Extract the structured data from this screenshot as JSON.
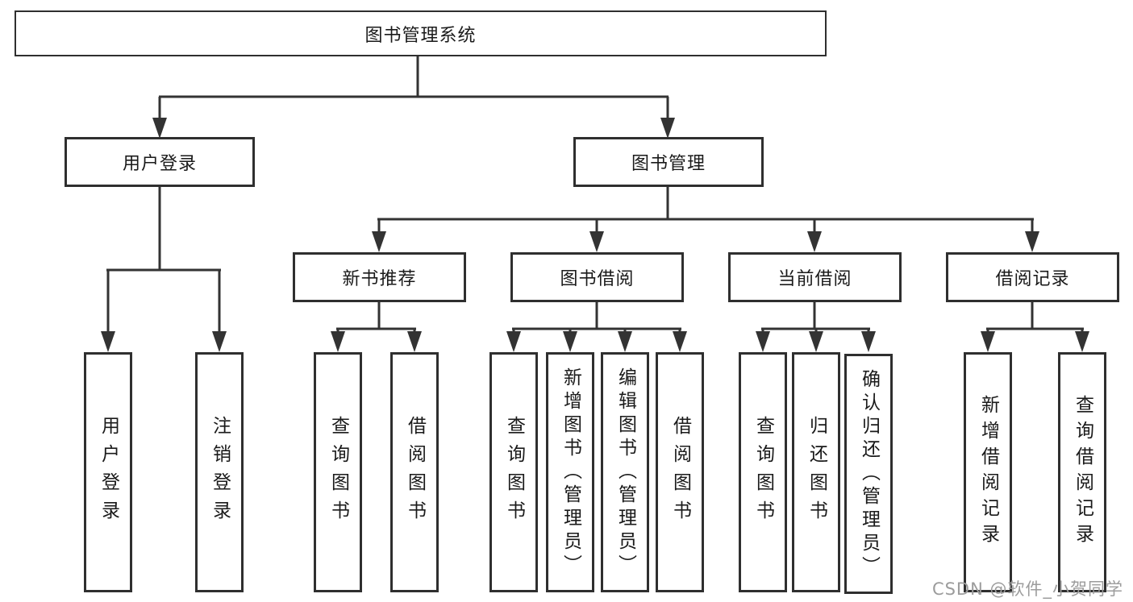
{
  "title": "图书管理系统",
  "tree": {
    "user_login": {
      "label": "用户登录",
      "children": [
        "用户登录",
        "注销登录"
      ]
    },
    "book_management": {
      "label": "图书管理",
      "groups": [
        {
          "label": "新书推荐",
          "children": [
            "查询图书",
            "借阅图书"
          ]
        },
        {
          "label": "图书借阅",
          "children": [
            "查询图书",
            "新增图书（管理员）",
            "编辑图书（管理员）",
            "借阅图书"
          ]
        },
        {
          "label": "当前借阅",
          "children": [
            "查询图书",
            "归还图书",
            "确认归还（管理员）"
          ]
        },
        {
          "label": "借阅记录",
          "children": [
            "新增借阅记录",
            "查询借阅记录"
          ]
        }
      ]
    }
  },
  "watermark": "CSDN @软件_小贺同学",
  "colors": {
    "line": "#333333",
    "text": "#1a1a1a",
    "watermark": "#9c9c9c"
  }
}
